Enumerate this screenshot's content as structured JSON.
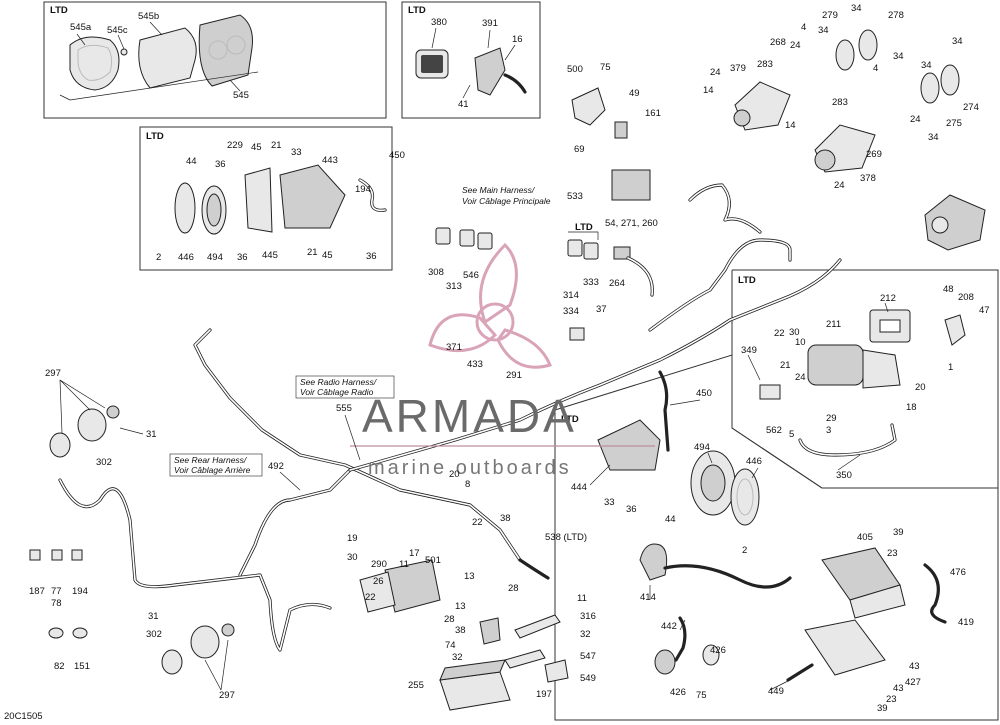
{
  "diagram_code": "20C1505",
  "watermark": {
    "brand": "ARMADA",
    "tagline": "marine outboards"
  },
  "notes": {
    "main_harness": [
      "See Main Harness/",
      "Voir Câblage Principale"
    ],
    "radio_harness": [
      "See Radio Harness/",
      "Voir Câblage Radio"
    ],
    "rear_harness": [
      "See Rear Harness/",
      "Voir Câblage Arrière"
    ]
  },
  "ltd_label": "LTD",
  "labels": {
    "l545a": "545a",
    "l545c": "545c",
    "l545b": "545b",
    "l545": "545",
    "l380": "380",
    "l391": "391",
    "l16": "16",
    "l41": "41",
    "l500": "500",
    "l75a": "75",
    "l49": "49",
    "l161": "161",
    "l69": "69",
    "l279": "279",
    "l278": "278",
    "l34a": "34",
    "l268": "268",
    "l24a": "24",
    "l4a": "4",
    "l34b": "34",
    "l24b": "24",
    "l379": "379",
    "l283a": "283",
    "l14a": "14",
    "l34c": "34",
    "l34d": "34",
    "l34e": "34",
    "l4b": "4",
    "l274": "274",
    "l275": "275",
    "l283b": "283",
    "l14b": "14",
    "l24c": "24",
    "l34f": "34",
    "l269": "269",
    "l378": "378",
    "l24d": "24",
    "l229": "229",
    "l45a": "45",
    "l21a": "21",
    "l44a": "44",
    "l36a": "36",
    "l33a": "33",
    "l443": "443",
    "l450a": "450",
    "l194a": "194",
    "l2a": "2",
    "l446a": "446",
    "l494a": "494",
    "l36b": "36",
    "l445": "445",
    "l21b": "21",
    "l45b": "45",
    "l36c": "36",
    "l533": "533",
    "l54": "54, 271, 260",
    "l308": "308",
    "l313": "313",
    "l546": "546",
    "l314": "314",
    "l333": "333",
    "l264": "264",
    "l37": "37",
    "l334": "334",
    "l371": "371",
    "l433": "433",
    "l291": "291",
    "l212": "212",
    "l48": "48",
    "l208": "208",
    "l47": "47",
    "l22a": "22",
    "l30a": "30",
    "l211": "211",
    "l349": "349",
    "l10": "10",
    "l21c": "21",
    "l24e": "24",
    "l1": "1",
    "l20": "20",
    "l18": "18",
    "l562": "562",
    "l5": "5",
    "l29": "29",
    "l3": "3",
    "l350": "350",
    "l297a": "297",
    "l31a": "31",
    "l302a": "302",
    "l555": "555",
    "l492": "492",
    "l450b": "450",
    "l444": "444",
    "l494b": "494",
    "l446b": "446",
    "l33b": "33",
    "l36d": "36",
    "l44b": "44",
    "l2b": "2",
    "l20b": "20",
    "l8": "8",
    "l22b": "22",
    "l38a": "38",
    "l538": "538 (LTD)",
    "l19": "19",
    "l30b": "30",
    "l17": "17",
    "l501": "501",
    "l290": "290",
    "l11a": "11",
    "l13a": "13",
    "l28a": "28",
    "l26": "26",
    "l22c": "22",
    "l13b": "13",
    "l28b": "28",
    "l38b": "38",
    "l74": "74",
    "l32a": "32",
    "l11b": "11",
    "l316": "316",
    "l32b": "32",
    "l547": "547",
    "l549": "549",
    "l255": "255",
    "l197": "197",
    "l187": "187",
    "l77": "77",
    "l78": "78",
    "l194b": "194",
    "l82": "82",
    "l151": "151",
    "l31b": "31",
    "l302b": "302",
    "l297b": "297",
    "l414": "414",
    "l442": "442",
    "l426a": "426",
    "l426b": "426",
    "l75b": "75",
    "l405": "405",
    "l39a": "39",
    "l23a": "23",
    "l476": "476",
    "l419": "419",
    "l449": "449",
    "l43a": "43",
    "l427": "427",
    "l43b": "43",
    "l23b": "23",
    "l39b": "39"
  }
}
